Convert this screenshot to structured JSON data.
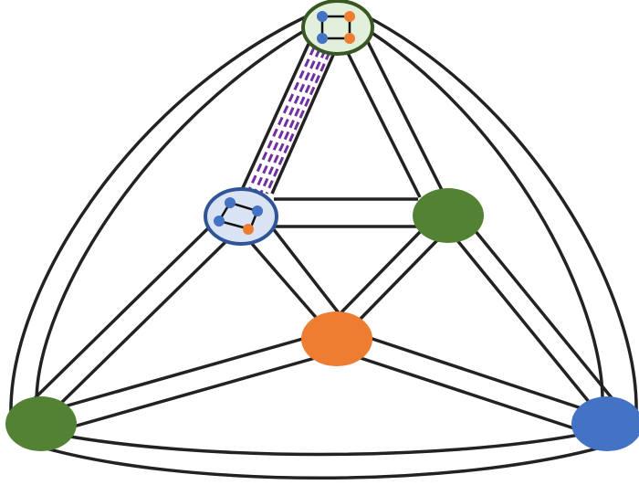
{
  "colors": {
    "edge": "#222222",
    "dashed_link": "#7030a0",
    "green_node": "#548235",
    "green_node_light_fill": "#e2efda",
    "orange_node": "#ed7d31",
    "blue_node": "#4472c4",
    "blue_node_light_fill": "#dae3f3",
    "background": "#ffffff"
  },
  "nodes": [
    {
      "id": "top-node",
      "kind": "composite",
      "color": "green"
    },
    {
      "id": "inner-left-node",
      "kind": "composite",
      "color": "blue"
    },
    {
      "id": "inner-right-node",
      "kind": "solid",
      "color": "green"
    },
    {
      "id": "center-node",
      "kind": "solid",
      "color": "orange"
    },
    {
      "id": "bottom-left-node",
      "kind": "solid",
      "color": "green"
    },
    {
      "id": "bottom-right-node",
      "kind": "solid",
      "color": "blue"
    }
  ],
  "edges": [
    {
      "from": "top-node",
      "to": "inner-left-node",
      "style": "dashed-bundle"
    },
    {
      "from": "top-node",
      "to": "inner-right-node",
      "style": "double"
    },
    {
      "from": "top-node",
      "to": "bottom-left-node",
      "style": "double-curved"
    },
    {
      "from": "top-node",
      "to": "bottom-right-node",
      "style": "double-curved"
    },
    {
      "from": "inner-left-node",
      "to": "inner-right-node",
      "style": "double"
    },
    {
      "from": "inner-left-node",
      "to": "center-node",
      "style": "double"
    },
    {
      "from": "inner-right-node",
      "to": "center-node",
      "style": "double"
    },
    {
      "from": "inner-left-node",
      "to": "bottom-left-node",
      "style": "double"
    },
    {
      "from": "inner-right-node",
      "to": "bottom-right-node",
      "style": "double"
    },
    {
      "from": "center-node",
      "to": "bottom-left-node",
      "style": "double"
    },
    {
      "from": "center-node",
      "to": "bottom-right-node",
      "style": "double"
    },
    {
      "from": "bottom-left-node",
      "to": "bottom-right-node",
      "style": "double-curved"
    }
  ]
}
